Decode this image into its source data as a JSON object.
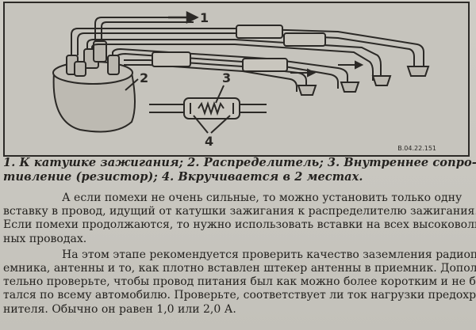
{
  "figure": {
    "callouts": [
      "1",
      "2",
      "3",
      "4"
    ],
    "code": "B.04.22.151"
  },
  "caption": {
    "lines": [
      "1. К катушке зажигания; 2. Распределитель; 3. Внутреннее сопро-",
      "тивление (резистор); 4. Вкручивается в 2 местах."
    ]
  },
  "body": {
    "p1": [
      "А если помехи не очень сильные, то можно установить только одну",
      "вставку в провод, идущий от катушки зажигания к распределителю зажигания.",
      "Если помехи продолжаются, то нужно использовать вставки на всех высоковольт-",
      "ных проводах."
    ],
    "p2": [
      "На этом этапе рекомендуется проверить качество заземления радиопри-",
      "емника, антенны и то, как плотно вставлен штекер антенны в приемник. Дополни-",
      "тельно проверьте, чтобы провод питания был как можно более коротким и не бол-",
      "тался по всему автомобилю. Проверьте, соответствует ли ток нагрузки предохра-",
      "нителя. Обычно он равен 1,0 или 2,0 А."
    ]
  }
}
